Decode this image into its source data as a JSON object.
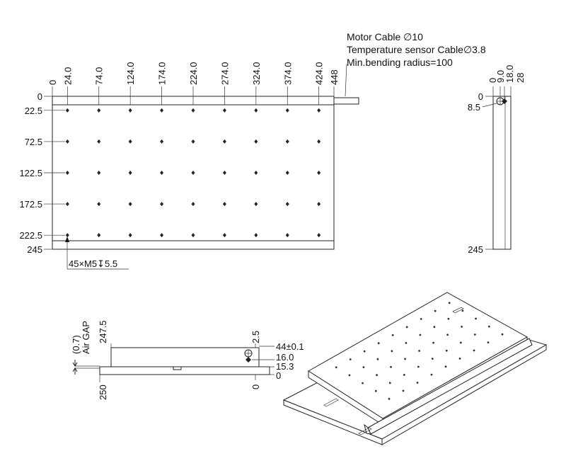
{
  "notes": {
    "motor_cable": "Motor Cable ∅10",
    "temp_cable": "Temperature sensor Cable∅3.8",
    "bending": "Min.bending radius=100"
  },
  "top_view": {
    "x_dims": [
      "0",
      "24.0",
      "74.0",
      "124.0",
      "174.0",
      "224.0",
      "274.0",
      "324.0",
      "374.0",
      "424.0",
      "448"
    ],
    "y_dims": [
      "0",
      "22.5",
      "72.5",
      "122.5",
      "172.5",
      "222.5",
      "245"
    ],
    "hole_note": "45×M5↧5.5"
  },
  "side_view": {
    "x_dims": [
      "0",
      "9.0",
      "18.0",
      "28"
    ],
    "y_dims": [
      "0",
      "8.5",
      "245"
    ]
  },
  "front_view": {
    "air_gap_label": "Air GAP",
    "air_gap_value": "(0.7)",
    "left_height": "247.5",
    "left_bottom": "250",
    "top_offset": "2.5",
    "zero": "0",
    "right_labels": [
      "44±0.1",
      "16.0",
      "15.3",
      "0"
    ]
  },
  "colors": {
    "line": "#222222",
    "background": "#ffffff"
  }
}
